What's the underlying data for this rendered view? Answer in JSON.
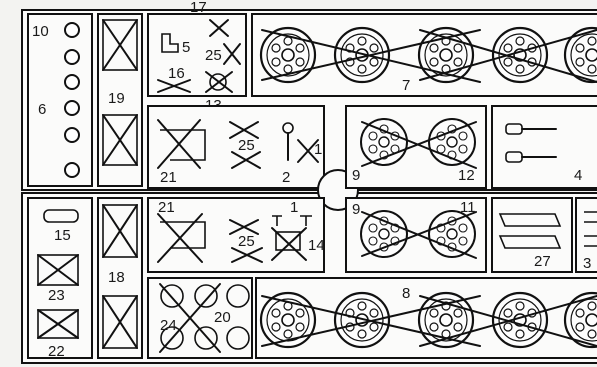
{
  "figure": {
    "labels": {
      "l10": "10",
      "l6": "6",
      "l17": "17",
      "l5": "5",
      "l25a": "25",
      "l16": "16",
      "l13": "13",
      "l19": "19",
      "l7": "7",
      "l21a": "21",
      "l25b": "25",
      "l1a": "1",
      "l2": "2",
      "l9a": "9",
      "l12": "12",
      "l4": "4",
      "l15": "15",
      "l18": "18",
      "l21b": "21",
      "l1b": "1",
      "l25c": "25",
      "l14": "14",
      "l9b": "9",
      "l11": "11",
      "l27": "27",
      "l23": "23",
      "l22": "22",
      "l24": "24",
      "l20": "20",
      "l8": "8",
      "l3": "3"
    }
  }
}
